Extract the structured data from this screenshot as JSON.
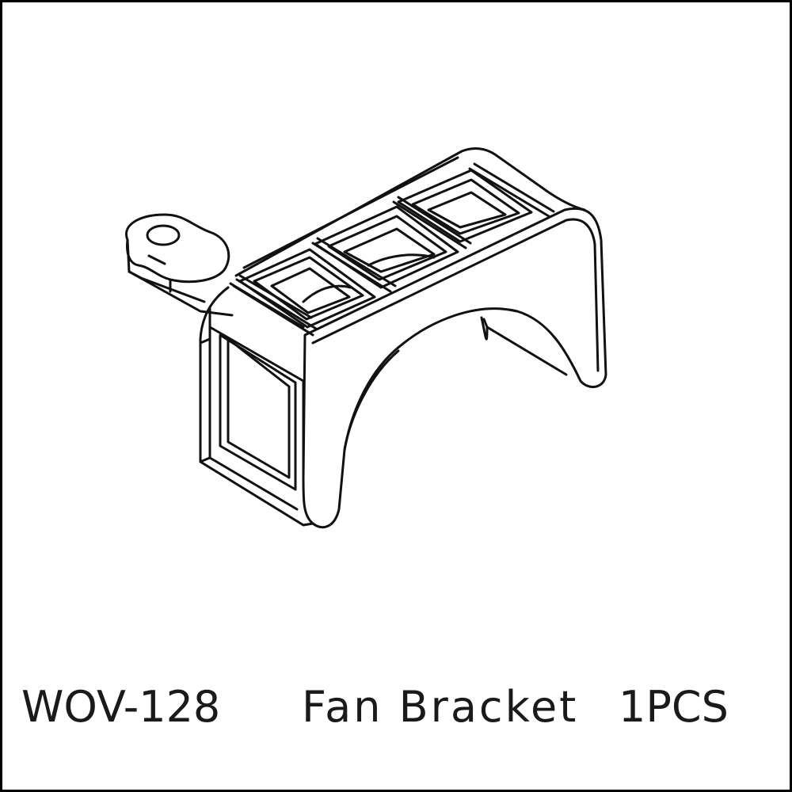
{
  "part": {
    "number": "WOV-128",
    "name": "Fan Bracket",
    "quantity": "1PCS"
  },
  "drawing": {
    "icon": "fan-bracket-line-drawing",
    "line_color": "#111111",
    "background_color": "#ffffff"
  }
}
